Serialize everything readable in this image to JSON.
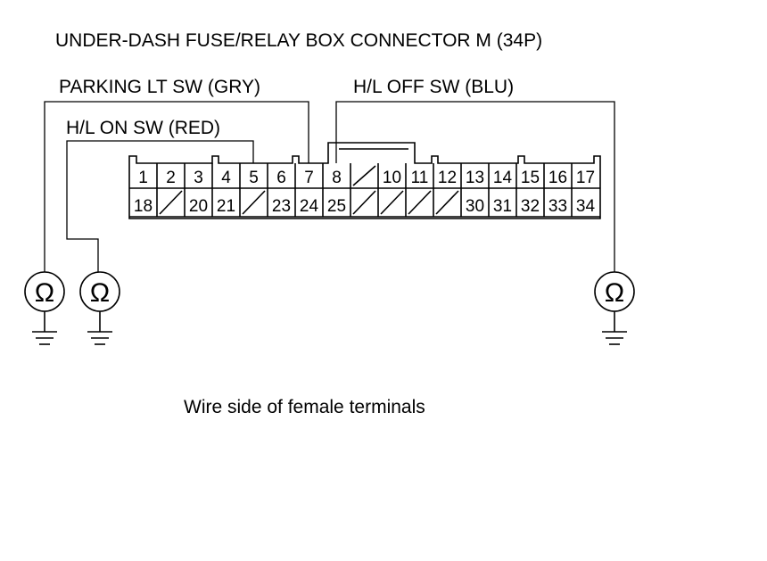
{
  "title": "UNDER-DASH FUSE/RELAY BOX CONNECTOR M (34P)",
  "labels": {
    "parking": "PARKING LT SW (GRY)",
    "hl_off": "H/L OFF SW (BLU)",
    "hl_on": "H/L ON SW (RED)"
  },
  "caption": "Wire side of female terminals",
  "connector": {
    "top_row": [
      "1",
      "2",
      "3",
      "4",
      "5",
      "6",
      "7",
      "8",
      "",
      "10",
      "11",
      "12",
      "13",
      "14",
      "15",
      "16",
      "17"
    ],
    "bottom_row": [
      "18",
      "",
      "20",
      "21",
      "",
      "23",
      "24",
      "25",
      "",
      "",
      "",
      "",
      "30",
      "31",
      "32",
      "33",
      "34"
    ]
  },
  "meters": [
    {
      "symbol": "Ω",
      "name": "parking-lt-sw-ohmmeter"
    },
    {
      "symbol": "Ω",
      "name": "hl-on-sw-ohmmeter"
    },
    {
      "symbol": "Ω",
      "name": "hl-off-sw-ohmmeter"
    }
  ]
}
